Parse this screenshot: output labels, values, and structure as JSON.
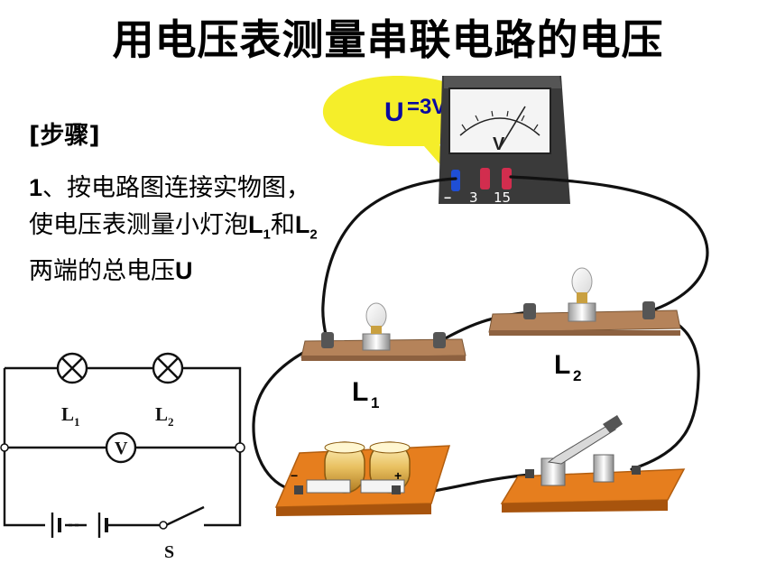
{
  "title": "用电压表测量串联电路的电压",
  "steps_heading": "[步骤]",
  "step1": {
    "number": "1",
    "text_a": "、按电路图连接实物图，使电压表测量小灯泡",
    "l1": "L",
    "l1_sub": "1",
    "and": "和",
    "l2": "L",
    "l2_sub": "2",
    "text_b": "两端的总电压",
    "u": "U"
  },
  "callout": {
    "u": "U",
    "value": "=3V"
  },
  "meter": {
    "symbol": "V",
    "terminal_3": "3",
    "terminal_15": "15",
    "terminal_minus": "−"
  },
  "photo_labels": {
    "l1": "L",
    "l1_sub": "1",
    "l2": "L",
    "l2_sub": "2"
  },
  "schematic": {
    "l1": "L",
    "l1_sub": "1",
    "l2": "L",
    "l2_sub": "2",
    "voltmeter": "V",
    "switch": "S"
  },
  "battery_marks": {
    "minus": "−",
    "plus": "+"
  },
  "colors": {
    "callout_fill": "#f5ee2a",
    "board_fill": "#b5835a",
    "switch_board_fill": "#e67e1e",
    "meter_body": "#3a3a3a"
  }
}
